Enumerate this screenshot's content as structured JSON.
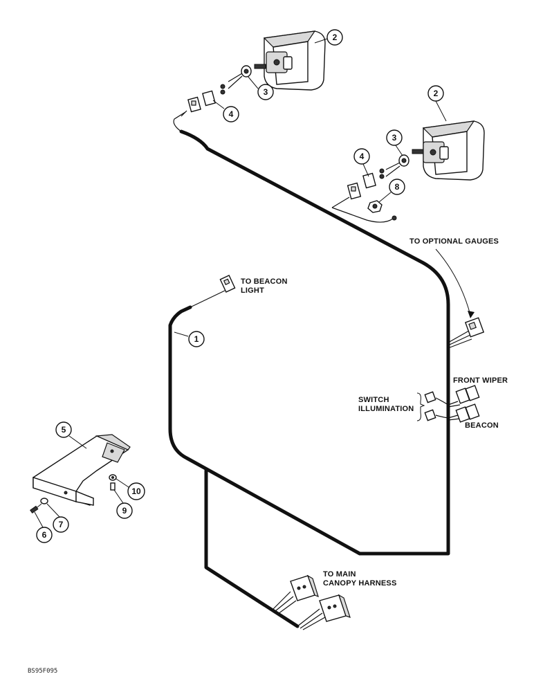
{
  "labels": {
    "to_beacon_light_1": "TO BEACON",
    "to_beacon_light_2": "LIGHT",
    "to_optional_gauges": "TO OPTIONAL GAUGES",
    "front_wiper": "FRONT WIPER",
    "switch_illumination_1": "SWITCH",
    "switch_illumination_2": "ILLUMINATION",
    "beacon": "BEACON",
    "to_main_canopy_1": "TO MAIN",
    "to_main_canopy_2": "CANOPY HARNESS"
  },
  "callouts": {
    "c1": "1",
    "c2a": "2",
    "c2b": "2",
    "c3a": "3",
    "c3b": "3",
    "c4a": "4",
    "c4b": "4",
    "c5": "5",
    "c6": "6",
    "c7": "7",
    "c8": "8",
    "c9": "9",
    "c10": "10"
  },
  "figure_code": "BS95F095"
}
